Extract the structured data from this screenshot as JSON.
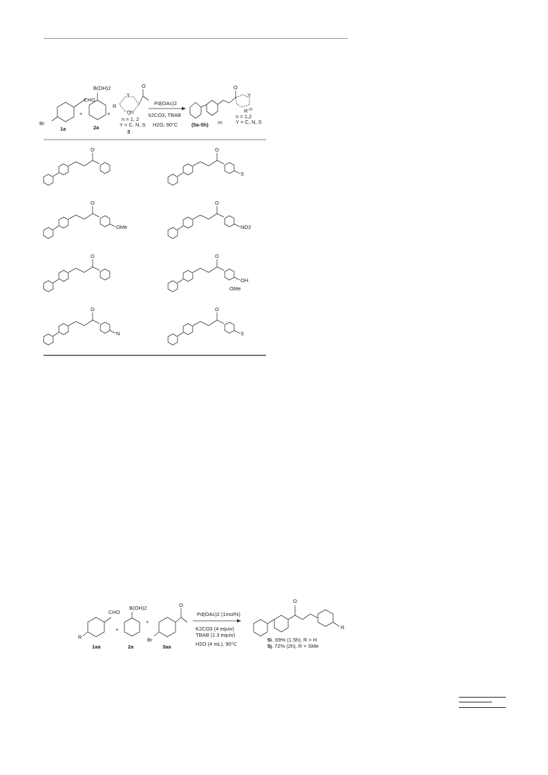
{
  "scheme1": {
    "reagents": {
      "r1": {
        "group": "CHO",
        "sub": "Br",
        "id": "1a"
      },
      "r2": {
        "group": "B(OH)2",
        "id": "2a"
      },
      "r3": {
        "r_label": "R",
        "y_label": "Y",
        "n_label": "()n",
        "cond_n": "n = 1, 2",
        "cond_y": "Y = C, N, S",
        "id": "3"
      },
      "plus": "+"
    },
    "conditions": {
      "catalyst": "Pd(OAc)2",
      "base": "k2CO3, TBAB",
      "solvent": "H2O,  90°C"
    },
    "product": {
      "id": "(5a-5h)",
      "sup": "(b)",
      "cond_n": "n = 1,2",
      "cond_y": "Y = C, N, S",
      "r_label": "R'",
      "n_label": "n",
      "y_label": "Y"
    },
    "entries": [
      {
        "substituent": ""
      },
      {
        "substituent": "S"
      },
      {
        "substituent": "OMe"
      },
      {
        "substituent": "NO2"
      },
      {
        "substituent": ""
      },
      {
        "substituent": "OH",
        "substituent2": "OMe"
      },
      {
        "substituent": "N"
      },
      {
        "substituent": "S"
      }
    ],
    "carbonyl_label": "O"
  },
  "scheme2": {
    "r1": {
      "group": "CHO",
      "sub": "R",
      "id": "1aa"
    },
    "r2": {
      "group": "B(OH)2",
      "id": "2a"
    },
    "r3": {
      "sub": "Br",
      "id": "3aa"
    },
    "plus": "+",
    "conditions": {
      "catalyst": "Pd(OAc)2 (1mol%)",
      "base": "K2CO3 (4 equiv)",
      "additive": "TBAB (1.3 equiv)",
      "solvent": "H2O (4 mL), 90°C"
    },
    "product": {
      "r_label": "R",
      "line1_id": "5i",
      "line1": ", 69% (1.5h), R = H",
      "line2_id": "5j",
      "line2": ", 72% (2h), R = SMe"
    },
    "carbonyl_label": "O"
  }
}
